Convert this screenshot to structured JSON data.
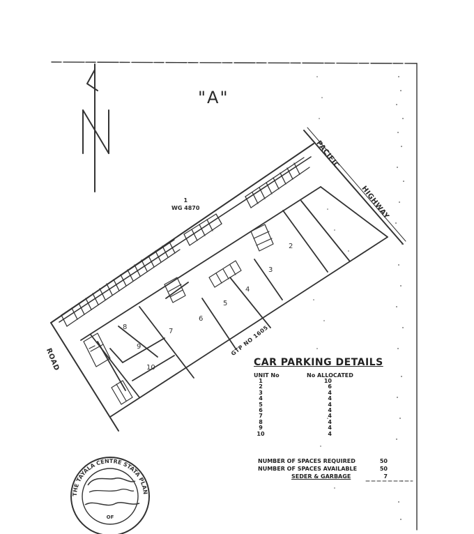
{
  "document": {
    "title_mark": "\"A\"",
    "north_arrow": "N",
    "lot_label": {
      "number": "1",
      "reference": "WG 4870"
    },
    "roads": {
      "pacific": "PACIFIC",
      "highway": "HIGHWAY",
      "road": "ROAD"
    },
    "gtp_label": "GTP NO 1605",
    "units": [
      {
        "label": "2"
      },
      {
        "label": "3"
      },
      {
        "label": "4"
      },
      {
        "label": "5"
      },
      {
        "label": "6"
      },
      {
        "label": "7"
      },
      {
        "label": "8"
      },
      {
        "label": "9"
      },
      {
        "label": "10"
      }
    ],
    "car_parking": {
      "title": "CAR PARKING DETAILS",
      "col_unit": "UNIT No",
      "col_allocated": "No ALLOCATED",
      "rows": [
        {
          "unit": "1",
          "allocated": "10"
        },
        {
          "unit": "2",
          "allocated": "6"
        },
        {
          "unit": "3",
          "allocated": "4"
        },
        {
          "unit": "4",
          "allocated": "4"
        },
        {
          "unit": "5",
          "allocated": "4"
        },
        {
          "unit": "6",
          "allocated": "4"
        },
        {
          "unit": "7",
          "allocated": "4"
        },
        {
          "unit": "8",
          "allocated": "4"
        },
        {
          "unit": "9",
          "allocated": "4"
        },
        {
          "unit": "10",
          "allocated": "4"
        }
      ],
      "summary": [
        {
          "label": "NUMBER OF SPACES REQUIRED",
          "value": "50"
        },
        {
          "label": "NUMBER OF SPACES AVAILABLE",
          "value": "50"
        },
        {
          "label": "SEDER & GARBAGE",
          "value": "7"
        }
      ]
    },
    "seal": {
      "ring_text": "THE TAYALA CENTRE STATA PLAN",
      "center_text": "OF"
    }
  }
}
